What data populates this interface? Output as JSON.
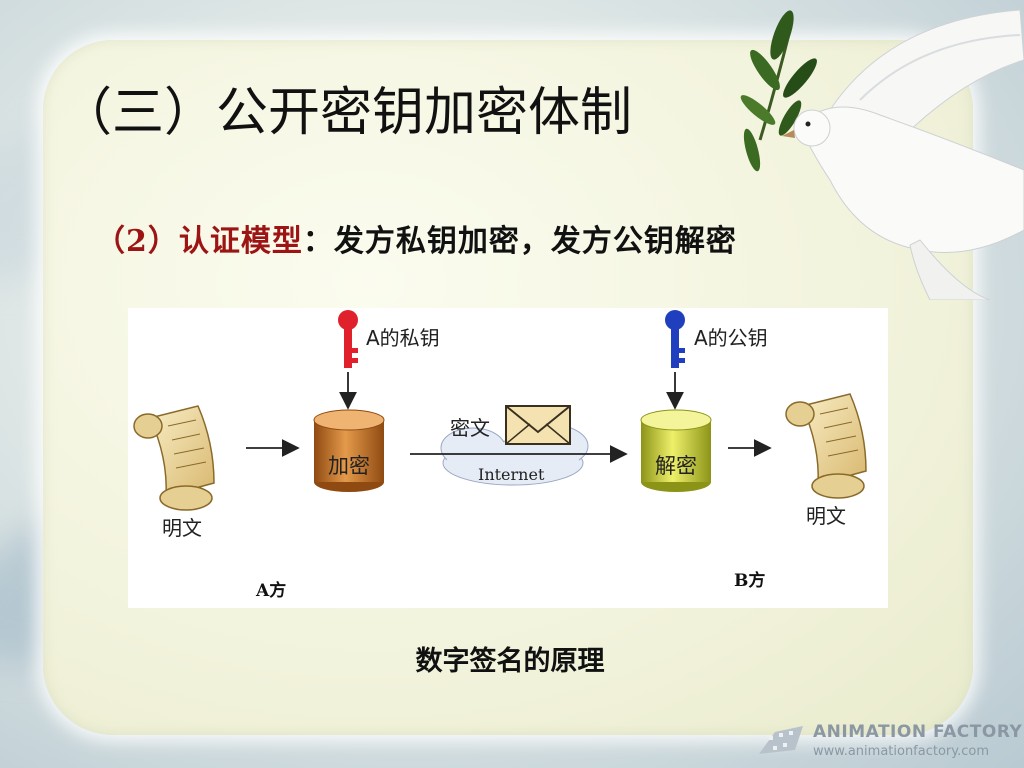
{
  "slide": {
    "title": "（三）公开密钥加密体制",
    "subtitle_prefix": "（2）认证模型",
    "subtitle_rest": "：发方私钥加密，发方公钥解密",
    "caption": "数字签名的原理"
  },
  "diagram": {
    "sender_key_label": "A的私钥",
    "receiver_key_label": "A的公钥",
    "encrypt_label": "加密",
    "decrypt_label": "解密",
    "ciphertext_label": "密文",
    "network_label": "Internet",
    "plaintext_left_label": "明文",
    "plaintext_right_label": "明文",
    "sender_party": "A方",
    "receiver_party": "B方"
  },
  "watermark": {
    "brand": "ANIMATION FACTORY",
    "url": "www.animationfactory.com"
  },
  "colors": {
    "title_accent": "#9c1414",
    "private_key": "#e0202a",
    "public_key": "#1f3fbf",
    "encrypt_cylinder": "#c9782a",
    "decrypt_cylinder": "#c9cf3a"
  }
}
